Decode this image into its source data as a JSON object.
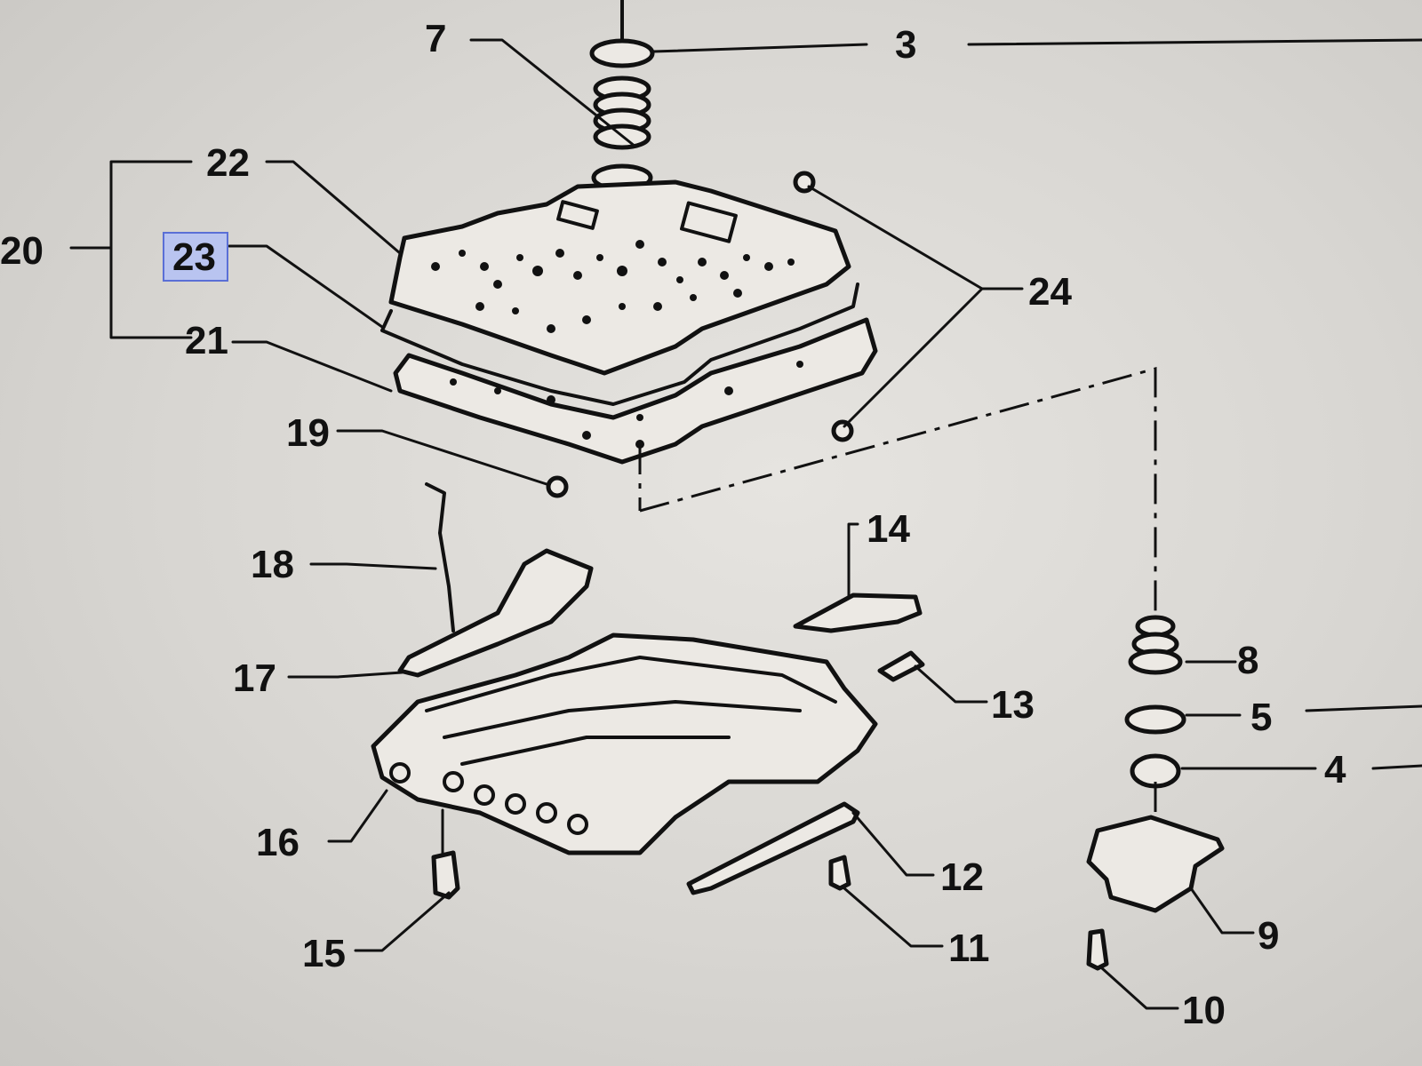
{
  "diagram": {
    "callouts": {
      "c3": "3",
      "c4": "4",
      "c5": "5",
      "c7": "7",
      "c8": "8",
      "c9": "9",
      "c10": "10",
      "c11": "11",
      "c12": "12",
      "c13": "13",
      "c14": "14",
      "c15": "15",
      "c16": "16",
      "c17": "17",
      "c18": "18",
      "c19": "19",
      "c20": "20",
      "c21": "21",
      "c22": "22",
      "c23": "23",
      "c24": "24"
    },
    "highlighted_callout": "23",
    "colors": {
      "ink": "#111111",
      "paper": "#ece9e4",
      "highlight_fill": "#b9c4f0",
      "highlight_stroke": "#5a6fd6"
    }
  }
}
